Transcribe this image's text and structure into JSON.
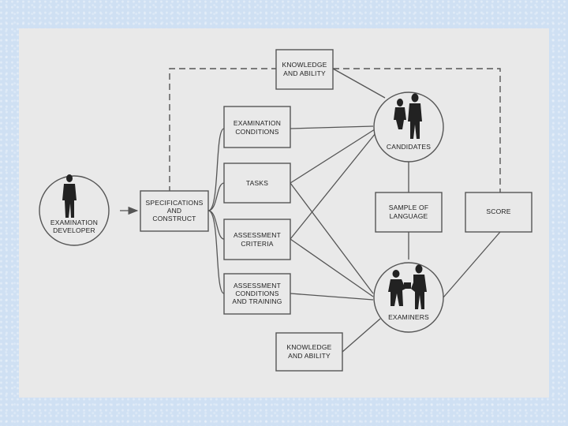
{
  "boxes": {
    "knowledge_top": [
      "KNOWLEDGE",
      "AND ABILITY"
    ],
    "exam_conditions": [
      "EXAMINATION",
      "CONDITIONS"
    ],
    "tasks": [
      "TASKS"
    ],
    "specifications": [
      "SPECIFICATIONS",
      "AND",
      "CONSTRUCT"
    ],
    "assessment_criteria": [
      "ASSESSMENT",
      "CRITERIA"
    ],
    "assessment_conditions": [
      "ASSESSMENT",
      "CONDITIONS",
      "AND TRAINING"
    ],
    "sample_language": [
      "SAMPLE OF",
      "LANGUAGE"
    ],
    "score": [
      "SCORE"
    ],
    "knowledge_bottom": [
      "KNOWLEDGE",
      "AND ABILITY"
    ]
  },
  "circles": {
    "examination_developer": [
      "EXAMINATION",
      "DEVELOPER"
    ],
    "candidates": [
      "CANDIDATES"
    ],
    "examiners": [
      "EXAMINERS"
    ]
  },
  "colors": {
    "slide_bg": "#e9e9e9",
    "outer_bg": "#cfe0f3",
    "line": "#555555",
    "silhouette": "#222222"
  },
  "icons": {
    "examination_developer": "person-silhouette-icon",
    "candidates": "two-people-silhouette-icon",
    "examiners": "two-people-talking-icon"
  }
}
